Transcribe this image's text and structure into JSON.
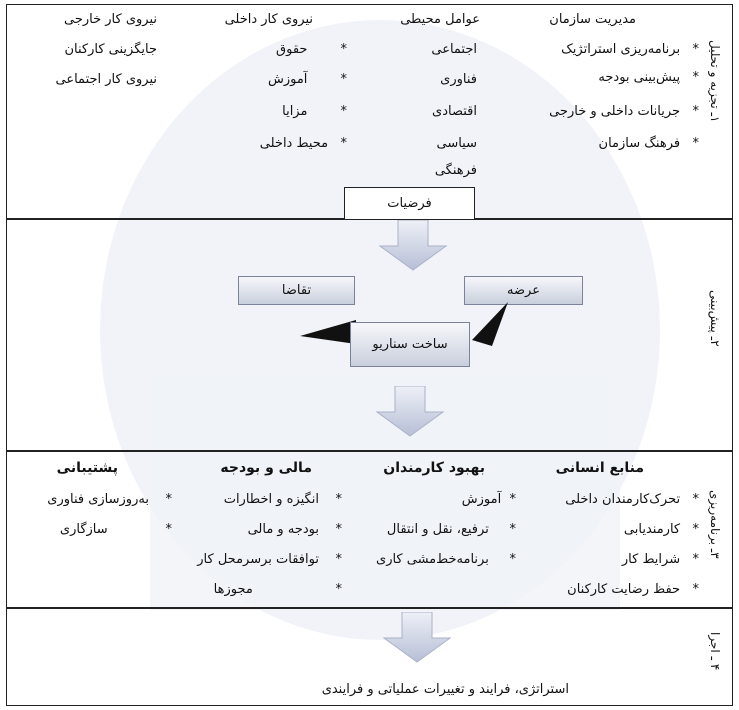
{
  "stages": [
    {
      "num_label": "۱ـ تجزیه و تحلیل"
    },
    {
      "num_label": "۲ـ پیش‌بینی"
    },
    {
      "num_label": "۳ـ برنامه‌ریزی"
    },
    {
      "num_label": "۴ ـ اجرا"
    }
  ],
  "analysis": {
    "col_management": {
      "heading": "مدیریت سازمان",
      "items": [
        "برنامه‌ریزی استراتژیک",
        "پیش‌بینی بودجه",
        "جریانات داخلی و خارجی",
        "فرهنگ سازمان"
      ]
    },
    "col_environment": {
      "heading": "عوامل محیطی",
      "items": [
        "اجتماعی",
        "فناوری",
        "اقتصادی",
        "سیاسی",
        "فرهنگی"
      ]
    },
    "col_internal": {
      "heading": "نیروی کار داخلی",
      "items": [
        "حقوق",
        "آموزش",
        "مزایا",
        "محیط داخلی"
      ]
    },
    "col_external": {
      "heading": "نیروی کار خارجی",
      "items": [
        "جایگزینی کارکنان",
        "نیروی کار اجتماعی"
      ]
    },
    "hypotheses": "فرضیات"
  },
  "forecast": {
    "demand": "تقاضا",
    "supply": "عرضه",
    "scenario": "ساخت سناریو"
  },
  "planning": {
    "col_hr": {
      "heading": "منابع انسانی",
      "items": [
        "تحرک‌کارمندان داخلی",
        "کارمندیابی",
        "شرایط کار",
        "حفظ رضایت کارکنان"
      ]
    },
    "col_welfare": {
      "heading": "بهبود کارمندان",
      "items": [
        "آموزش",
        "ترفیع، نقل و انتقال",
        "برنامه‌خط‌مشی کاری"
      ]
    },
    "col_finance": {
      "heading": "مالی و بودجه",
      "items": [
        "انگیزه و اخطارات",
        "بودجه و مالی",
        "توافقات برسرمحل کار",
        "مجوزها"
      ]
    },
    "col_support": {
      "heading": "پشتیبانی",
      "items": [
        "به‌روزسازی فناوری",
        "سازگاری"
      ]
    }
  },
  "execution": {
    "text": "استراتژی، فرایند و تغییرات عملیاتی و فرایندی"
  },
  "bullet": "*",
  "colors": {
    "box_top": "#f6f7fb",
    "box_bottom": "#c9cfdc",
    "arrow": "#c7cde0",
    "watermark": "#e6eaf4"
  }
}
